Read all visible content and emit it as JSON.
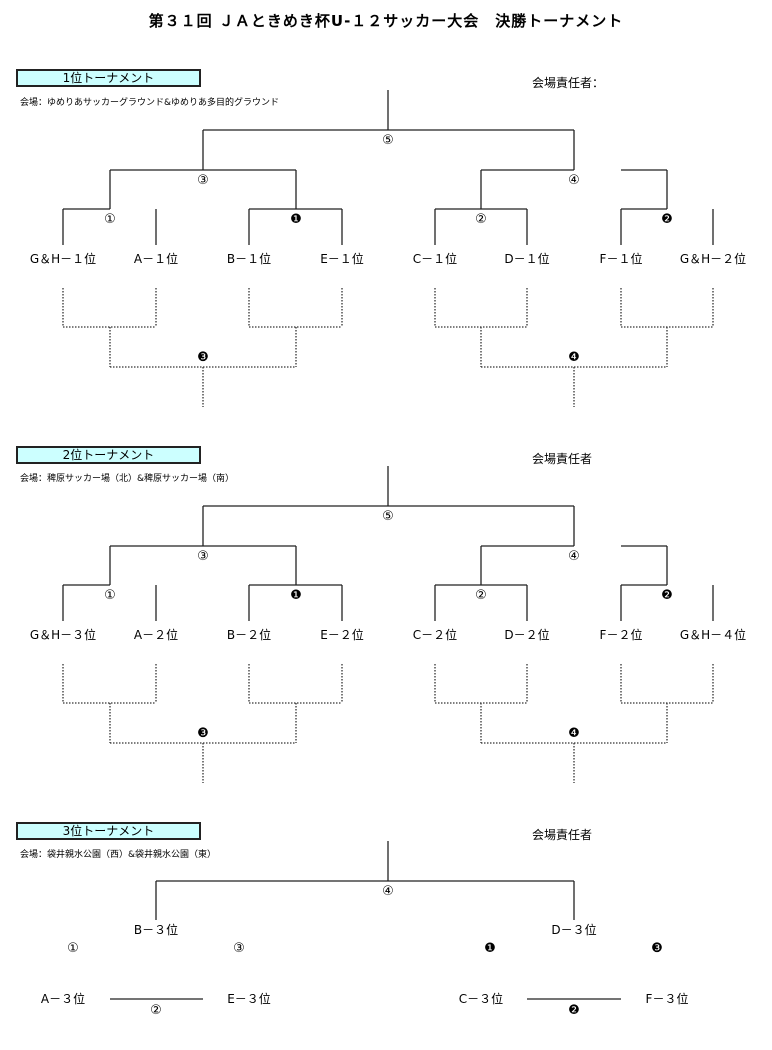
{
  "title": "第３１回 ＪＡときめき杯U-１２サッカー大会　決勝トーナメント",
  "sections": [
    {
      "name": "1位トーナメント",
      "venue": "会場：ゆめりあサッカーグラウンド&ゆめりあ多目的グラウンド",
      "manager_label": "会場責任者：",
      "teams": [
        "G＆H－１位",
        "A－１位",
        "B－１位",
        "E－１位",
        "C－１位",
        "D－１位",
        "F－１位",
        "G＆H－２位"
      ],
      "upper_matches": {
        "r1": [
          "①",
          "❶",
          "②",
          "❷"
        ],
        "r2": [
          "③",
          "④"
        ],
        "final": "⑤"
      },
      "lower_matches": [
        "❸",
        "❹"
      ]
    },
    {
      "name": "2位トーナメント",
      "venue": "会場：稗原サッカー場（北）&稗原サッカー場（南）",
      "manager_label": "会場責任者",
      "teams": [
        "G＆H－３位",
        "A－２位",
        "B－２位",
        "E－２位",
        "C－２位",
        "D－２位",
        "F－２位",
        "G＆H－４位"
      ],
      "upper_matches": {
        "r1": [
          "①",
          "❶",
          "②",
          "❷"
        ],
        "r2": [
          "③",
          "④"
        ],
        "final": "⑤"
      },
      "lower_matches": [
        "❸",
        "❹"
      ]
    },
    {
      "name": "3位トーナメント",
      "venue": "会場：袋井親水公園（西）&袋井親水公園（東）",
      "manager_label": "会場責任者",
      "final": "④",
      "left_group": {
        "top": "B－３位",
        "bottom_left": "A－３位",
        "bottom_right": "E－３位",
        "m_left": "①",
        "m_bottom": "②",
        "m_right": "③"
      },
      "right_group": {
        "top": "D－３位",
        "bottom_left": "C－３位",
        "bottom_right": "F－３位",
        "m_left": "❶",
        "m_bottom": "❷",
        "m_right": "❸"
      }
    }
  ]
}
